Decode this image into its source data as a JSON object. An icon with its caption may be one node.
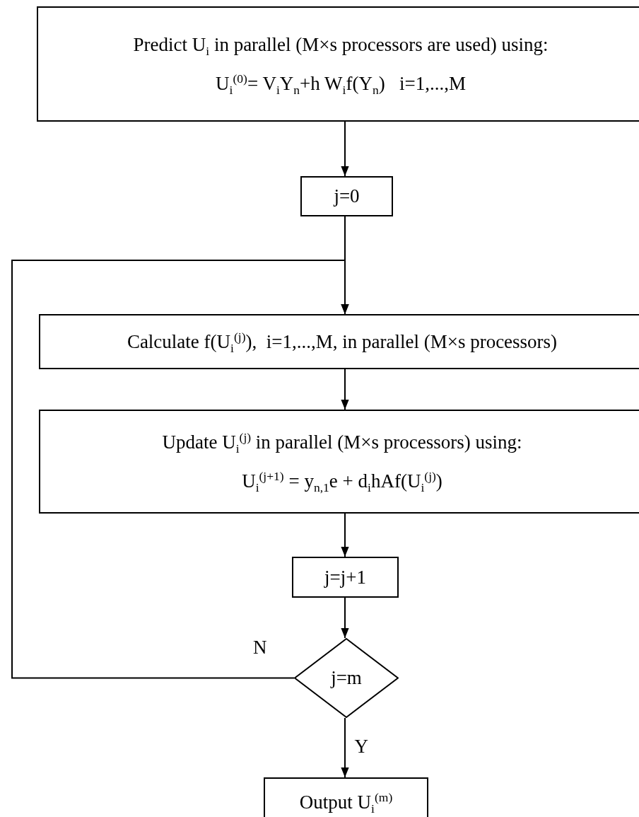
{
  "diagram": {
    "nodes": [
      {
        "text": [
          "Predict U$_{i}$ in parallel (M×s processors are used) using:",
          "U$_{i}$$^{(0)}$= V$_{i}$Y$_{n}$+h W$_{i}$f(Y$_{n}$)   i=1,...,M"
        ]
      },
      {
        "text": [
          "j=0"
        ]
      },
      {
        "text": [
          "Calculate f(U$_{i}$$^{(j)}$),  i=1,...,M, in parallel (M×s processors)"
        ]
      },
      {
        "text": [
          "Update U$_{i}$$^{(j)}$ in parallel (M×s processors) using:",
          "U$_{i}$$^{(j+1)}$ = y$_{n,1}$e + d$_{i}$hAf(U$_{i}$$^{(j)}$)"
        ]
      },
      {
        "text": [
          "j=j+1"
        ]
      },
      {
        "text": [
          "j=m"
        ]
      },
      {
        "text": [
          "Output U$_{i}$$^{(m)}$"
        ]
      }
    ],
    "edges": [
      {
        "from": 0,
        "to": 1,
        "arrow": "to"
      },
      {
        "from": 1,
        "to": 2,
        "arrow": "to"
      },
      {
        "from": 2,
        "to": 3,
        "arrow": "to"
      },
      {
        "from": 3,
        "to": 4,
        "arrow": "to"
      },
      {
        "from": 4,
        "to": 5,
        "arrow": "to"
      },
      {
        "from": 5,
        "to": 2,
        "arrow": "to",
        "label": "N"
      },
      {
        "from": 5,
        "to": 6,
        "arrow": "to",
        "label": "Y"
      }
    ]
  }
}
